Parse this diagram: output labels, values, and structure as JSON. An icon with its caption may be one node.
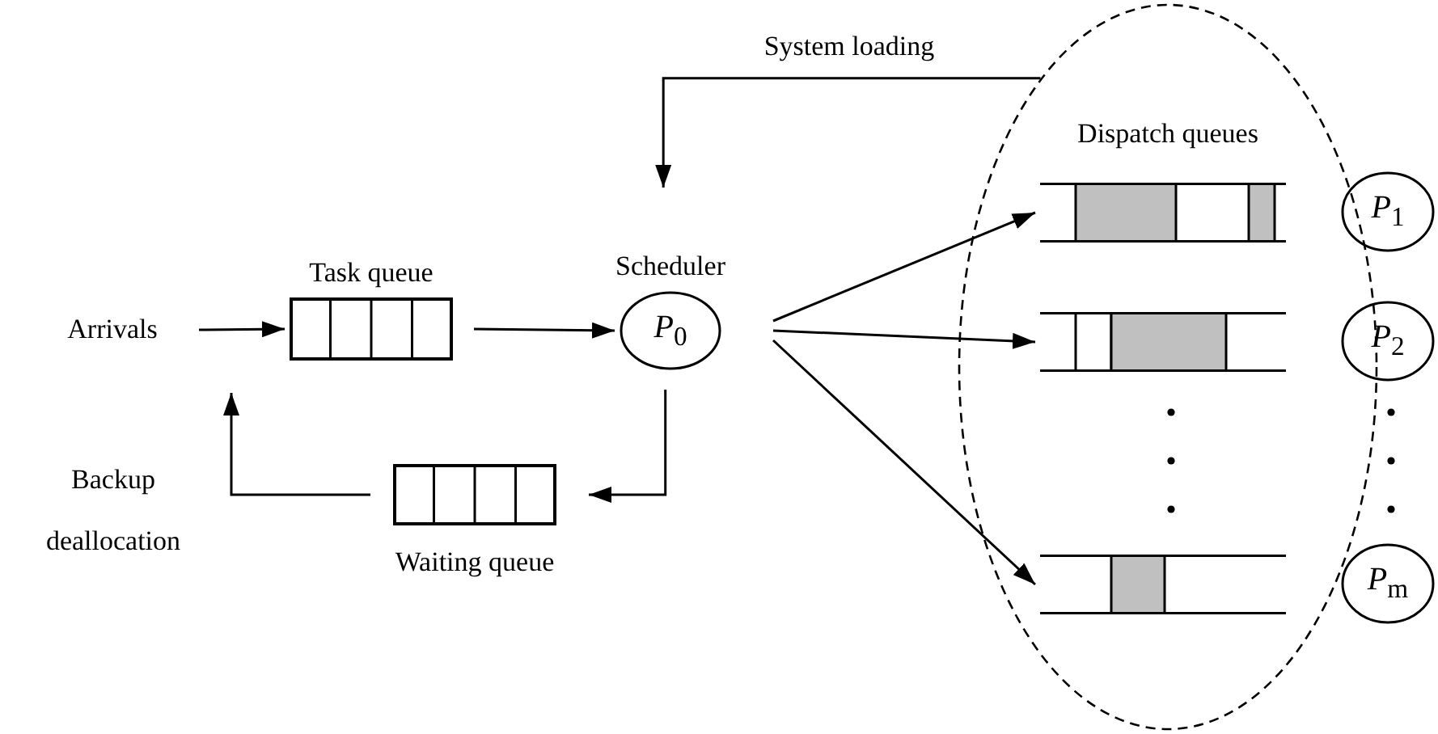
{
  "diagram": {
    "nodes": [
      {
        "text": [
          "Arrivals"
        ]
      },
      {
        "text": [
          "Task queue"
        ]
      },
      {
        "text": [
          "Scheduler",
          "*P*$_{0}$"
        ]
      },
      {
        "text": [
          "Waiting queue"
        ]
      },
      {
        "text": [
          "Dispatch queues"
        ]
      },
      {
        "text": [],
        "shape": "bar",
        "in": 4
      },
      {
        "text": [],
        "shape": "bar",
        "in": 4
      },
      {
        "text": [],
        "shape": "bar",
        "in": 4
      },
      {
        "text": [
          "*P*$_{1}$"
        ]
      },
      {
        "text": [
          "*P*$_{2}$"
        ]
      },
      {
        "text": [
          "*P*$_{m}$"
        ]
      }
    ],
    "edges": [
      {
        "from": 0,
        "to": 1,
        "arrow": "to"
      },
      {
        "from": 1,
        "to": 2,
        "arrow": "to"
      },
      {
        "from": 2,
        "to": 3,
        "arrow": "to"
      },
      {
        "from": 3,
        "to": null,
        "arrow": "to",
        "label": "Backup deallocation"
      },
      {
        "from": 4,
        "to": 2,
        "arrow": "to",
        "label": "System loading"
      },
      {
        "from": 2,
        "to": 5,
        "arrow": "to"
      },
      {
        "from": 2,
        "to": 6,
        "arrow": "to"
      },
      {
        "from": 2,
        "to": 7,
        "arrow": "to"
      }
    ]
  }
}
